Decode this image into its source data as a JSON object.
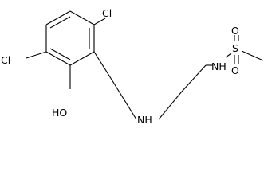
{
  "molecule": {
    "atoms": {
      "cl_top": "Cl",
      "cl_left": "Cl",
      "hydroxyl": "HO",
      "amine": "NH",
      "sulfonamide_nh": "NH",
      "sulfur": "S",
      "oxygen_top": "O",
      "oxygen_bottom": "O"
    }
  }
}
